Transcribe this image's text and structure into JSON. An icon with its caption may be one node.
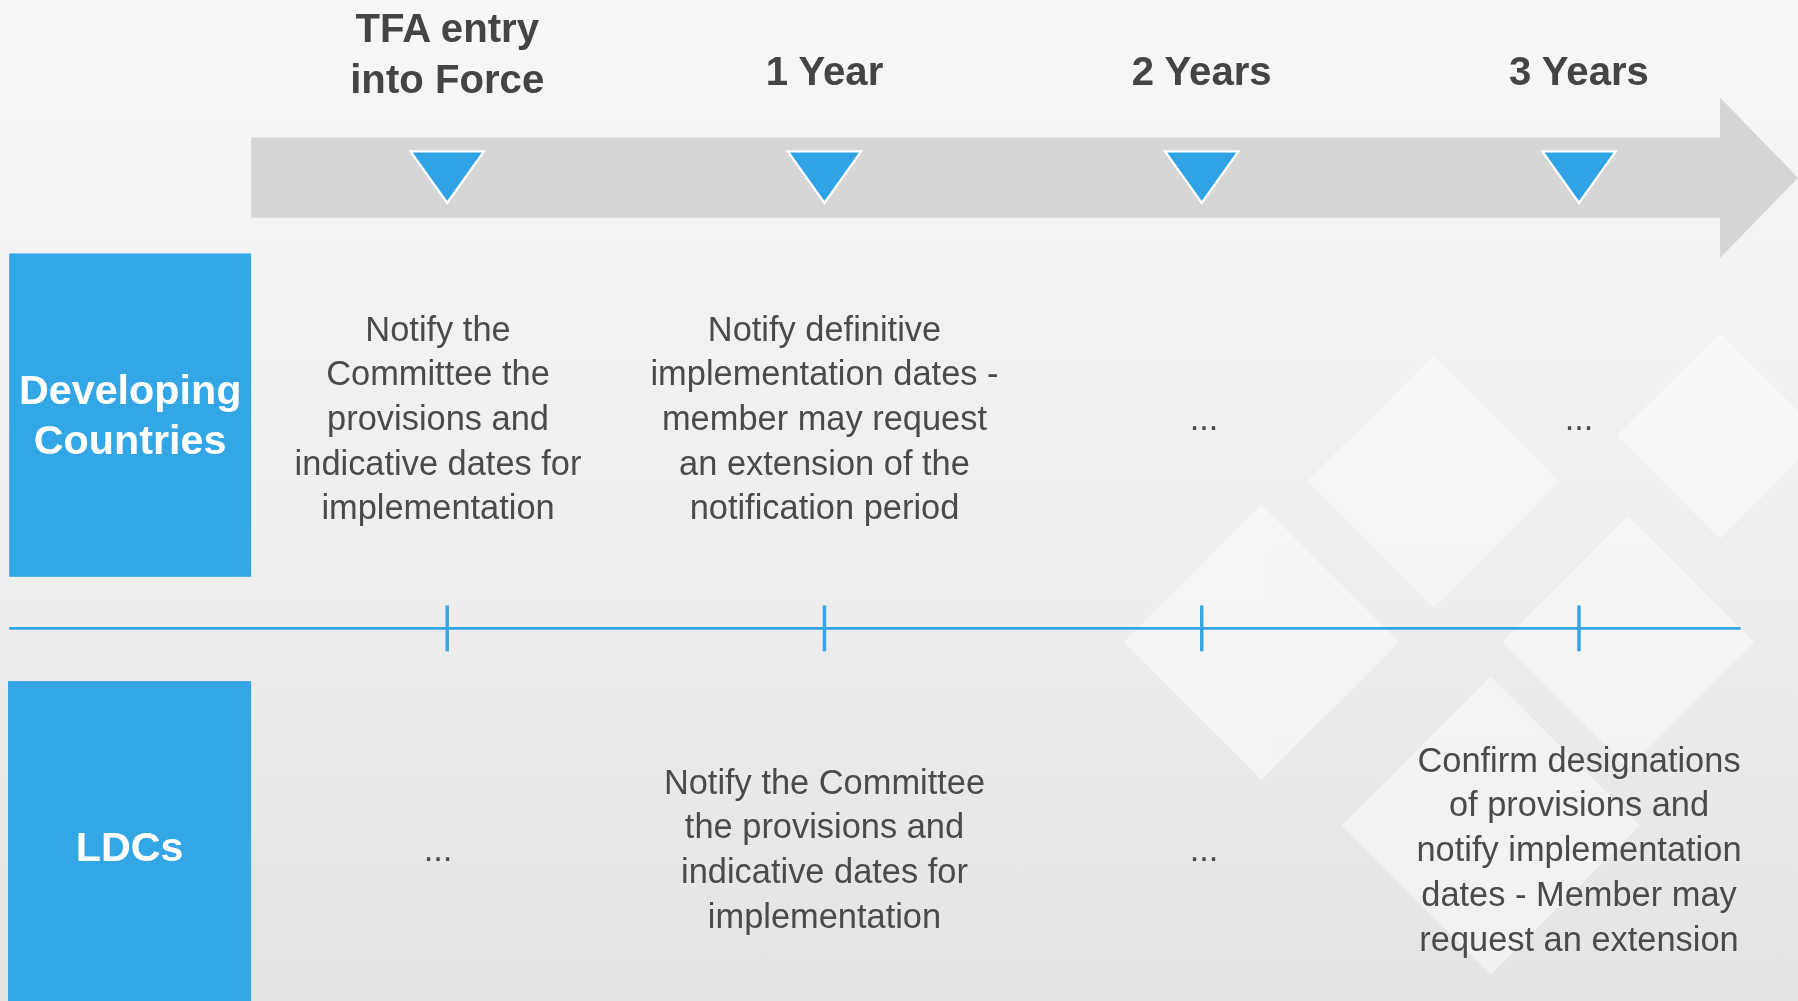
{
  "diagram": {
    "nodes": [
      {
        "text": [
          "Developing Countries"
        ]
      },
      {
        "text": [
          "LDCs"
        ]
      }
    ],
    "labels": [
      "TFA entry into Force",
      "1 Year",
      "2 Years",
      "3 Years",
      "Notify the Committee the provisions and indicative dates for implementation",
      "Notify definitive implementation dates - member may request an extension of the notification period",
      "...",
      "...",
      "...",
      "Notify the Committee the provisions and indicative dates for implementation",
      "...",
      "Confirm designations of provisions and notify implementation dates - Member may request an extension"
    ]
  }
}
